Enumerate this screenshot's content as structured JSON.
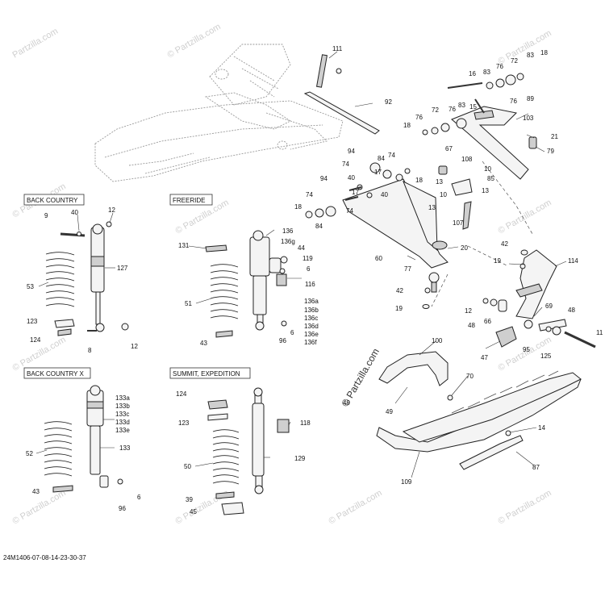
{
  "diagram_code": "24M1406-07-08-14-23-30-37",
  "watermark": "© Partzilla.com",
  "watermark_small": "Partzilla.com",
  "groups": {
    "back_country": "BACK COUNTRY",
    "freeride": "FREERIDE",
    "back_country_x": "BACK COUNTRY X",
    "summit_expedition": "SUMMIT, EXPEDITION"
  },
  "callouts": {
    "c111": "111",
    "c92": "92",
    "c16": "16",
    "c83a": "83",
    "c76a": "76",
    "c72a": "72",
    "c83b": "83",
    "c18a": "18",
    "c76b": "76",
    "c89": "89",
    "c76c": "76",
    "c72b": "72",
    "c83c": "83",
    "c15": "15",
    "c18b": "18",
    "c103": "103",
    "c21": "21",
    "c79": "79",
    "c94a": "94",
    "c84a": "84",
    "c74a": "74",
    "c74b": "74",
    "c67": "67",
    "c108": "108",
    "c10a": "10",
    "c85": "85",
    "c18c": "18",
    "c40a": "40",
    "c17a": "17",
    "c94b": "94",
    "c17b": "17",
    "c13a": "13",
    "c13b": "13",
    "c10b": "10",
    "c74c": "74",
    "c40b": "40",
    "c74d": "74",
    "c18d": "18",
    "c84b": "84",
    "c107": "107",
    "c20": "20",
    "c60": "60",
    "c42a": "42",
    "c19a": "19",
    "c114": "114",
    "c77": "77",
    "c42b": "42",
    "c19b": "19",
    "c12a": "12",
    "c48a": "48",
    "c66": "66",
    "c69": "69",
    "c48b": "48",
    "c11": "11",
    "c95": "95",
    "c125": "125",
    "c47": "47",
    "c100": "100",
    "c70": "70",
    "c49a": "49",
    "c49b": "49",
    "c14": "14",
    "c87": "87",
    "c109": "109",
    "c9": "9",
    "c40c": "40",
    "c12b": "12",
    "c127": "127",
    "c53": "53",
    "c123a": "123",
    "c124a": "124",
    "c8": "8",
    "c12c": "12",
    "c131": "131",
    "c136": "136",
    "c136g": "136g",
    "c44": "44",
    "c119": "119",
    "c6a": "6",
    "c116": "116",
    "c136a": "136a",
    "c136b": "136b",
    "c136c": "136c",
    "c136d": "136d",
    "c136e": "136e",
    "c136f": "136f",
    "c51": "51",
    "c43a": "43",
    "c96a": "96",
    "c6b": "6",
    "c133a": "133a",
    "c133b": "133b",
    "c133c": "133c",
    "c133d": "133d",
    "c133e": "133e",
    "c52": "52",
    "c133": "133",
    "c43b": "43",
    "c6c": "6",
    "c96b": "96",
    "c124b": "124",
    "c123b": "123",
    "c118": "118",
    "c50": "50",
    "c129": "129",
    "c39": "39",
    "c45": "45"
  },
  "colors": {
    "line": "#222222",
    "part_fill": "#f4f4f4",
    "part_dark": "#cfcfcf",
    "watermark": "#cfcfcf"
  }
}
